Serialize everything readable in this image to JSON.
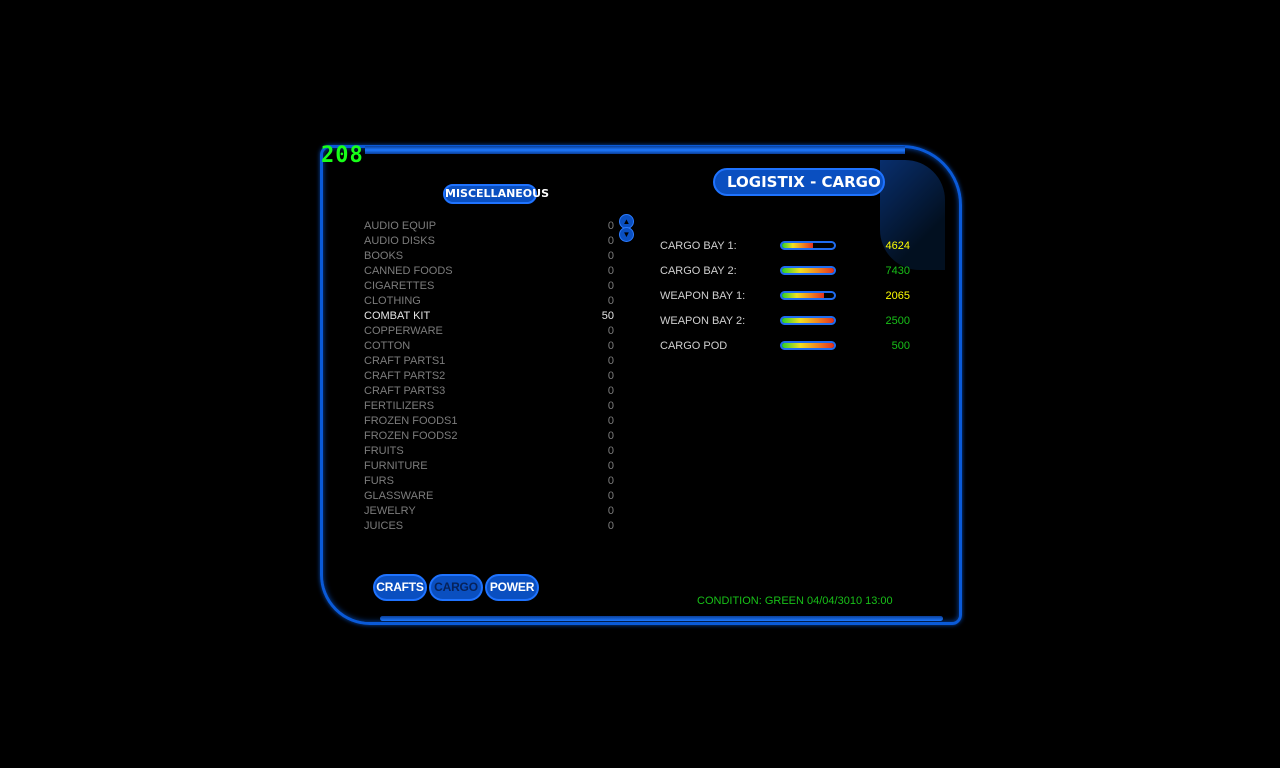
{
  "counter": "208",
  "header": {
    "title": "LOGISTIX - CARGO",
    "category": "MISCELLANEOUS"
  },
  "items": [
    {
      "name": "AUDIO EQUIP",
      "qty": "0"
    },
    {
      "name": "AUDIO DISKS",
      "qty": "0"
    },
    {
      "name": "BOOKS",
      "qty": "0"
    },
    {
      "name": "CANNED FOODS",
      "qty": "0"
    },
    {
      "name": "CIGARETTES",
      "qty": "0"
    },
    {
      "name": "CLOTHING",
      "qty": "0"
    },
    {
      "name": "COMBAT KIT",
      "qty": "50",
      "active": true
    },
    {
      "name": "COPPERWARE",
      "qty": "0"
    },
    {
      "name": "COTTON",
      "qty": "0"
    },
    {
      "name": "CRAFT PARTS1",
      "qty": "0"
    },
    {
      "name": "CRAFT PARTS2",
      "qty": "0"
    },
    {
      "name": "CRAFT PARTS3",
      "qty": "0"
    },
    {
      "name": "FERTILIZERS",
      "qty": "0"
    },
    {
      "name": "FROZEN FOODS1",
      "qty": "0"
    },
    {
      "name": "FROZEN FOODS2",
      "qty": "0"
    },
    {
      "name": "FRUITS",
      "qty": "0"
    },
    {
      "name": "FURNITURE",
      "qty": "0"
    },
    {
      "name": "FURS",
      "qty": "0"
    },
    {
      "name": "GLASSWARE",
      "qty": "0"
    },
    {
      "name": "JEWELRY",
      "qty": "0"
    },
    {
      "name": "JUICES",
      "qty": "0"
    }
  ],
  "bays": [
    {
      "label": "CARGO BAY 1:",
      "value": "4624",
      "fill": 0.6,
      "color": "#ffff00"
    },
    {
      "label": "CARGO BAY 2:",
      "value": "7430",
      "fill": 1.0,
      "color": "#18c018"
    },
    {
      "label": "WEAPON BAY 1:",
      "value": "2065",
      "fill": 0.8,
      "color": "#ffff00"
    },
    {
      "label": "WEAPON BAY 2:",
      "value": "2500",
      "fill": 1.0,
      "color": "#18c018"
    },
    {
      "label": "CARGO POD",
      "value": "500",
      "fill": 1.0,
      "color": "#18c018"
    }
  ],
  "nav": {
    "crafts": "CRAFTS",
    "cargo": "CARGO",
    "power": "POWER"
  },
  "status": "CONDITION: GREEN  04/04/3010 13:00"
}
